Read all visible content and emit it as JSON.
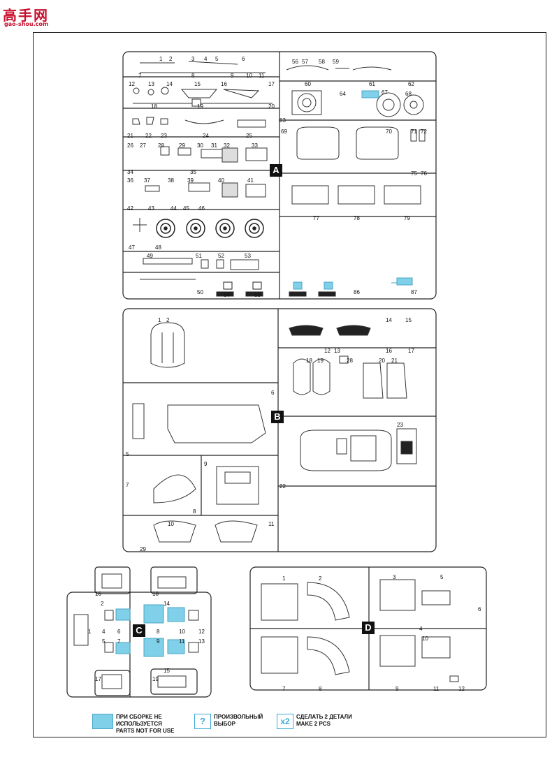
{
  "logo": {
    "main": "高手网",
    "sub": "gao-shou.com"
  },
  "sprues": [
    {
      "id": "A",
      "label": "A"
    },
    {
      "id": "B",
      "label": "B"
    },
    {
      "id": "C",
      "label": "C"
    },
    {
      "id": "D",
      "label": "D"
    }
  ],
  "part_numbers": {
    "A": [
      "1",
      "2",
      "3",
      "4",
      "5",
      "6",
      "7",
      "8",
      "9",
      "10",
      "11",
      "12",
      "13",
      "14",
      "15",
      "16",
      "17",
      "18",
      "19",
      "20",
      "21",
      "22",
      "23",
      "24",
      "25",
      "26",
      "27",
      "28",
      "29",
      "30",
      "31",
      "32",
      "33",
      "34",
      "35",
      "36",
      "37",
      "38",
      "39",
      "40",
      "41",
      "42",
      "43",
      "44",
      "45",
      "46",
      "47",
      "48",
      "49",
      "50",
      "51",
      "52",
      "53",
      "54",
      "55",
      "56",
      "57",
      "58",
      "59",
      "60",
      "61",
      "62",
      "63",
      "64",
      "67",
      "68",
      "69",
      "70",
      "71",
      "72",
      "75",
      "76",
      "77",
      "78",
      "79",
      "86",
      "87"
    ],
    "B": [
      "1",
      "2",
      "5",
      "6",
      "7",
      "8",
      "9",
      "10",
      "11",
      "12",
      "13",
      "14",
      "15",
      "16",
      "17",
      "18",
      "19",
      "20",
      "21",
      "22",
      "23",
      "28",
      "29"
    ],
    "C": [
      "1",
      "2",
      "4",
      "5",
      "6",
      "7",
      "8",
      "9",
      "10",
      "11",
      "12",
      "13",
      "14",
      "15",
      "16",
      "17",
      "18",
      "19"
    ],
    "D": [
      "1",
      "2",
      "3",
      "4",
      "5",
      "6",
      "7",
      "8",
      "9",
      "10",
      "11",
      "12"
    ]
  },
  "legend": {
    "not_used_ru": "ПРИ СБОРКЕ НЕ ИСПОЛЬЗУЕТСЯ",
    "not_used_en": "PARTS NOT FOR USE",
    "optional_symbol": "?",
    "optional_ru": "ПРОИЗВОЛЬНЫЙ ВЫБОР",
    "make2_symbol": "x2",
    "make2_ru": "СДЕЛАТЬ 2 ДЕТАЛИ",
    "make2_en": "MAKE 2 PCS"
  },
  "colors": {
    "logo": "#c8102e",
    "not_used": "#7fd0e8",
    "legend_accent": "#3aa9d8"
  }
}
